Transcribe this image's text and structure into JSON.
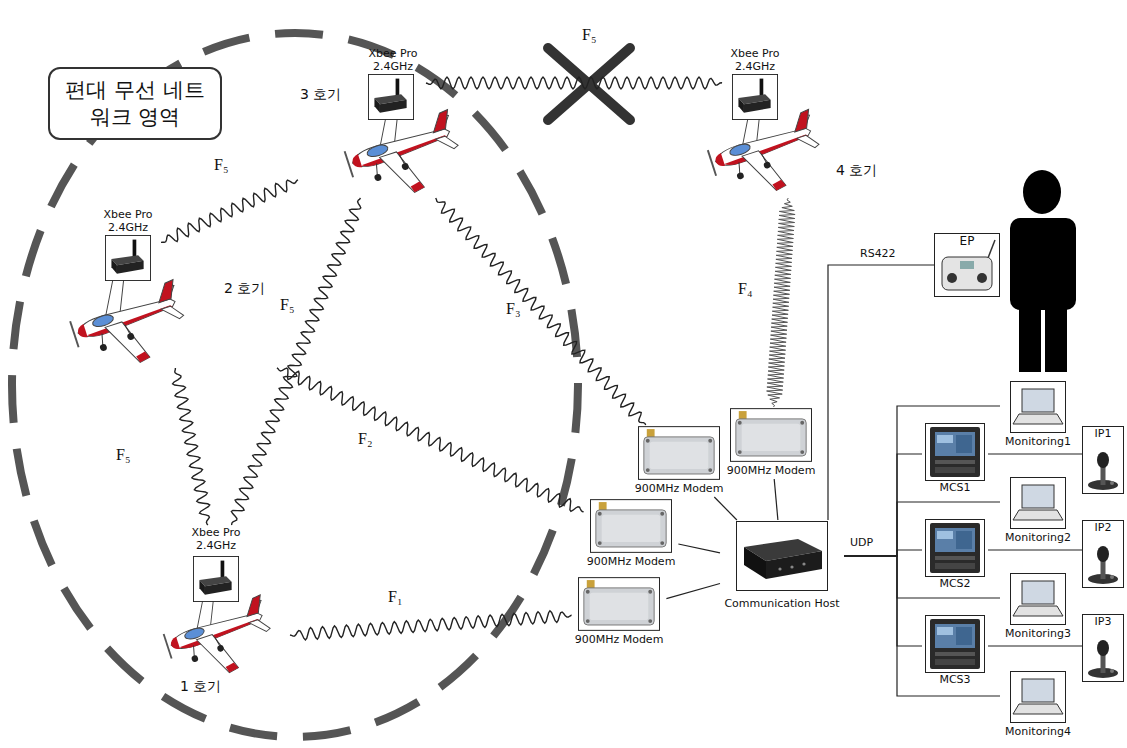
{
  "diagram": {
    "nodes": [
      {
        "text": [
          "편대 무선 네트워크 영역"
        ]
      },
      {
        "text": [
          "Xbee Pro 2.4GHz"
        ]
      },
      {
        "text": [
          "3 호기"
        ]
      },
      {
        "text": [
          "Xbee Pro 2.4GHz"
        ]
      },
      {
        "text": [
          "4 호기"
        ]
      },
      {
        "text": [
          "Xbee Pro 2.4GHz"
        ]
      },
      {
        "text": [
          "2 호기"
        ]
      },
      {
        "text": [
          "Xbee Pro 2.4GHz"
        ]
      },
      {
        "text": [
          "1 호기"
        ]
      },
      {
        "text": [
          "EP"
        ]
      },
      {
        "text": [
          "900MHz Modem"
        ]
      },
      {
        "text": [
          "900MHz Modem"
        ]
      },
      {
        "text": [
          "900MHz Modem"
        ]
      },
      {
        "text": [
          "900MHz Modem"
        ]
      },
      {
        "text": [
          "Communication Host"
        ]
      },
      {
        "text": [
          "Monitoring1"
        ]
      },
      {
        "text": [
          "MCS1"
        ]
      },
      {
        "text": [
          "IP1"
        ]
      },
      {
        "text": [
          "Monitoring2"
        ]
      },
      {
        "text": [
          "MCS2"
        ]
      },
      {
        "text": [
          "IP2"
        ]
      },
      {
        "text": [
          "Monitoring3"
        ]
      },
      {
        "text": [
          "MCS3"
        ]
      },
      {
        "text": [
          "IP3"
        ]
      },
      {
        "text": [
          "Monitoring4"
        ]
      }
    ],
    "edges": [
      {
        "from": 1,
        "to": 3,
        "label": "F₅",
        "arrow": "none"
      },
      {
        "from": 5,
        "to": 2,
        "label": "F₅",
        "arrow": "none"
      },
      {
        "from": 6,
        "to": 7,
        "label": "F₅",
        "arrow": "none"
      },
      {
        "from": 2,
        "to": 7,
        "label": "F₅",
        "arrow": "none"
      },
      {
        "from": 2,
        "to": 10,
        "label": "F₃",
        "arrow": "none"
      },
      {
        "from": 4,
        "to": 11,
        "label": "F₄",
        "arrow": "none"
      },
      {
        "from": 6,
        "to": 12,
        "label": "F₂",
        "arrow": "none"
      },
      {
        "from": 8,
        "to": 13,
        "label": "F₁",
        "arrow": "none"
      },
      {
        "from": 10,
        "to": 14,
        "arrow": "none"
      },
      {
        "from": 11,
        "to": 14,
        "arrow": "none"
      },
      {
        "from": 12,
        "to": 14,
        "arrow": "none"
      },
      {
        "from": 13,
        "to": 14,
        "arrow": "none"
      },
      {
        "from": 14,
        "to": 9,
        "label": "RS422",
        "arrow": "none"
      },
      {
        "from": 14,
        "to": 15,
        "arrow": "none"
      },
      {
        "from": 14,
        "to": 16,
        "arrow": "none"
      },
      {
        "from": 14,
        "to": 18,
        "arrow": "none"
      },
      {
        "from": 14,
        "to": 19,
        "arrow": "none"
      },
      {
        "from": 14,
        "to": 21,
        "arrow": "none"
      },
      {
        "from": 14,
        "to": 22,
        "arrow": "none"
      },
      {
        "from": 14,
        "to": 24,
        "arrow": "none"
      },
      {
        "from": 16,
        "to": 17,
        "arrow": "none"
      },
      {
        "from": 19,
        "to": 20,
        "arrow": "none"
      },
      {
        "from": 22,
        "to": 23,
        "arrow": "none"
      }
    ],
    "labels": [
      "UDP"
    ]
  }
}
